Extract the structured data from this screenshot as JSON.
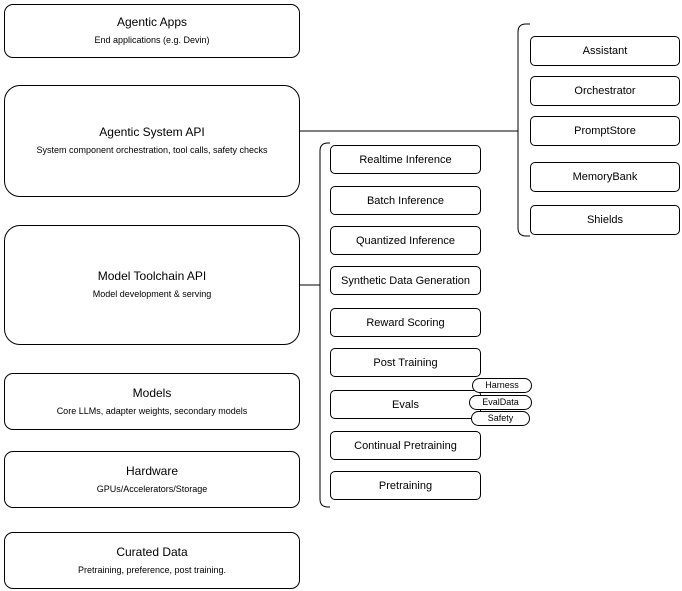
{
  "diagram": {
    "left_stack": [
      {
        "title": "Agentic Apps",
        "subtitle": "End applications (e.g. Devin)"
      },
      {
        "title": "Agentic System API",
        "subtitle": "System component orchestration, tool calls, safety checks"
      },
      {
        "title": "Model Toolchain API",
        "subtitle": "Model development & serving"
      },
      {
        "title": "Models",
        "subtitle": "Core LLMs, adapter weights, secondary models"
      },
      {
        "title": "Hardware",
        "subtitle": "GPUs/Accelerators/Storage"
      },
      {
        "title": "Curated Data",
        "subtitle": "Pretraining, preference, post training."
      }
    ],
    "toolchain_components": [
      {
        "label": "Realtime Inference"
      },
      {
        "label": "Batch Inference"
      },
      {
        "label": "Quantized Inference"
      },
      {
        "label": "Synthetic Data Generation"
      },
      {
        "label": "Reward Scoring"
      },
      {
        "label": "Post Training"
      },
      {
        "label": "Evals"
      },
      {
        "label": "Continual Pretraining"
      },
      {
        "label": "Pretraining"
      }
    ],
    "evals_tags": [
      {
        "label": "Harness"
      },
      {
        "label": "EvalData"
      },
      {
        "label": "Safety"
      }
    ],
    "system_components": [
      {
        "label": "Assistant"
      },
      {
        "label": "Orchestrator"
      },
      {
        "label": "PromptStore"
      },
      {
        "label": "MemoryBank"
      },
      {
        "label": "Shields"
      }
    ],
    "colors": {
      "border": "#000000",
      "background": "#ffffff",
      "text": "#000000"
    }
  }
}
